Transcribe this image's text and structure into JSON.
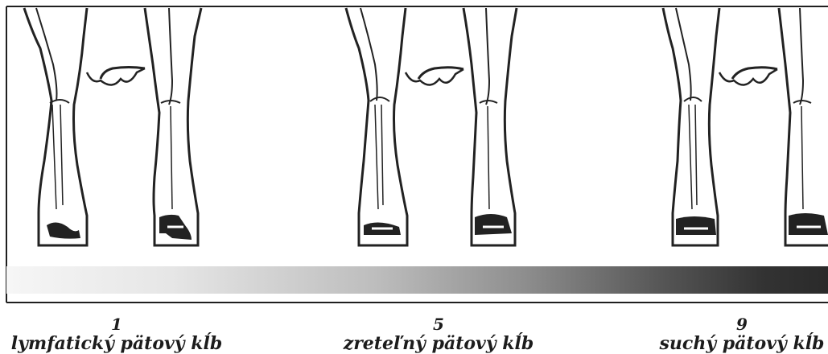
{
  "scale": [
    {
      "number": "1",
      "caption": "lymfatický pätový kĺb"
    },
    {
      "number": "5",
      "caption": "zreteľný pätový kĺb"
    },
    {
      "number": "9",
      "caption": "suchý pätový kĺb"
    }
  ],
  "bar": {
    "gradient": "light-to-dark",
    "light_color": "#f6f6f6",
    "dark_color": "#2a2a2a"
  },
  "icons": [
    "cow-hind-legs-lymphatic",
    "cow-hind-legs-distinct",
    "cow-hind-legs-dry"
  ]
}
